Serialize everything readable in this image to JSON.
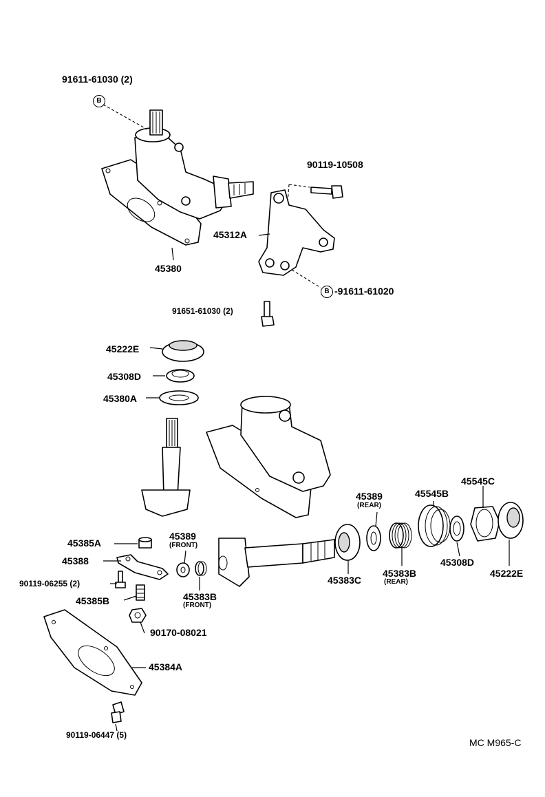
{
  "labels": {
    "p91611_61030": "91611-61030 (2)",
    "b_top": "B",
    "p90119_10508": "90119-10508",
    "p45312A": "45312A",
    "p45380": "45380",
    "b_mid": "B",
    "p91611_61020": "91611-61020",
    "p91651_61030": "91651-61030 (2)",
    "p45222E_top": "45222E",
    "p45308D_top": "45308D",
    "p45380A": "45380A",
    "p45389_rear": "45389",
    "p45389_rear_sub": "(REAR)",
    "p45545B": "45545B",
    "p45545C": "45545C",
    "p45385A": "45385A",
    "p45388": "45388",
    "p45389_front": "45389",
    "p45389_front_sub": "(FRONT)",
    "p90119_06255": "90119-06255 (2)",
    "p45385B": "45385B",
    "p45383B_front": "45383B",
    "p45383B_front_sub": "(FRONT)",
    "p45383C": "45383C",
    "p45383B_rear": "45383B",
    "p45383B_rear_sub": "(REAR)",
    "p45308D_right": "45308D",
    "p45222E_right": "45222E",
    "p90170_08021": "90170-08021",
    "p45384A": "45384A",
    "p90119_06447": "90119-06447 (5)",
    "code": "MC M965-C"
  }
}
